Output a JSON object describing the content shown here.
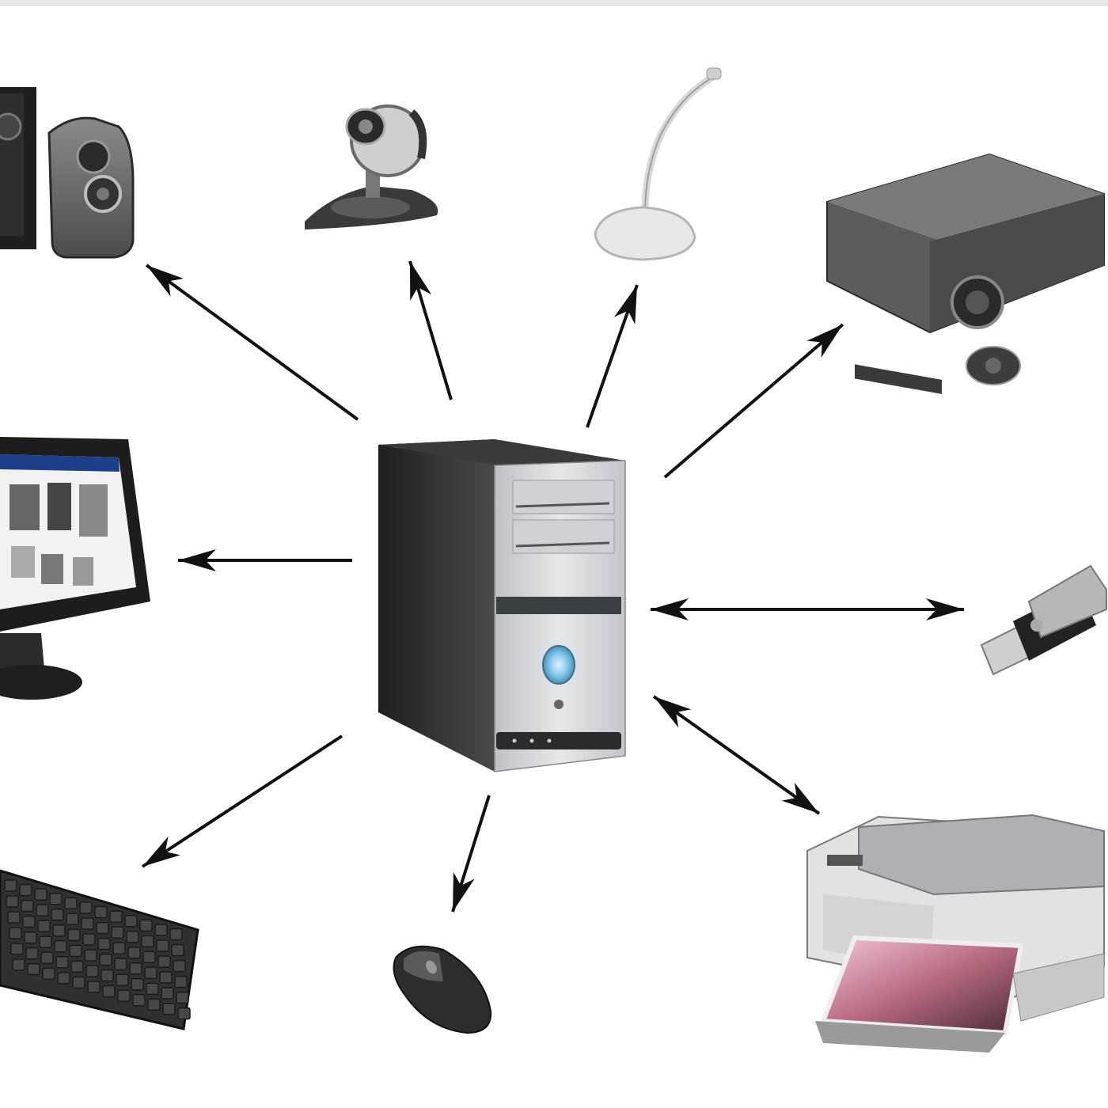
{
  "colors": {
    "background": "#ffffff",
    "arrow": "#111111",
    "device_dark": "#2a2a2a",
    "device_mid": "#6e6e6e",
    "device_light": "#c8c8c8",
    "device_silver": "#d9dadc"
  },
  "devices": [
    {
      "id": "system-unit",
      "icon": "computer-tower-icon"
    },
    {
      "id": "speakers",
      "icon": "speakers-icon"
    },
    {
      "id": "webcam",
      "icon": "webcam-icon"
    },
    {
      "id": "microphone",
      "icon": "microphone-icon"
    },
    {
      "id": "projector",
      "icon": "projector-icon"
    },
    {
      "id": "monitor",
      "icon": "monitor-icon"
    },
    {
      "id": "usb-flash-drive",
      "icon": "usb-flash-drive-icon"
    },
    {
      "id": "keyboard",
      "icon": "keyboard-icon"
    },
    {
      "id": "mouse",
      "icon": "mouse-icon"
    },
    {
      "id": "printer",
      "icon": "printer-icon"
    }
  ],
  "connections": [
    {
      "device": "speakers",
      "direction": "output"
    },
    {
      "device": "webcam",
      "direction": "input"
    },
    {
      "device": "microphone",
      "direction": "input"
    },
    {
      "device": "projector",
      "direction": "output"
    },
    {
      "device": "monitor",
      "direction": "output"
    },
    {
      "device": "usb-flash-drive",
      "direction": "bidirectional"
    },
    {
      "device": "keyboard",
      "direction": "input"
    },
    {
      "device": "mouse",
      "direction": "input"
    },
    {
      "device": "printer",
      "direction": "bidirectional"
    }
  ]
}
